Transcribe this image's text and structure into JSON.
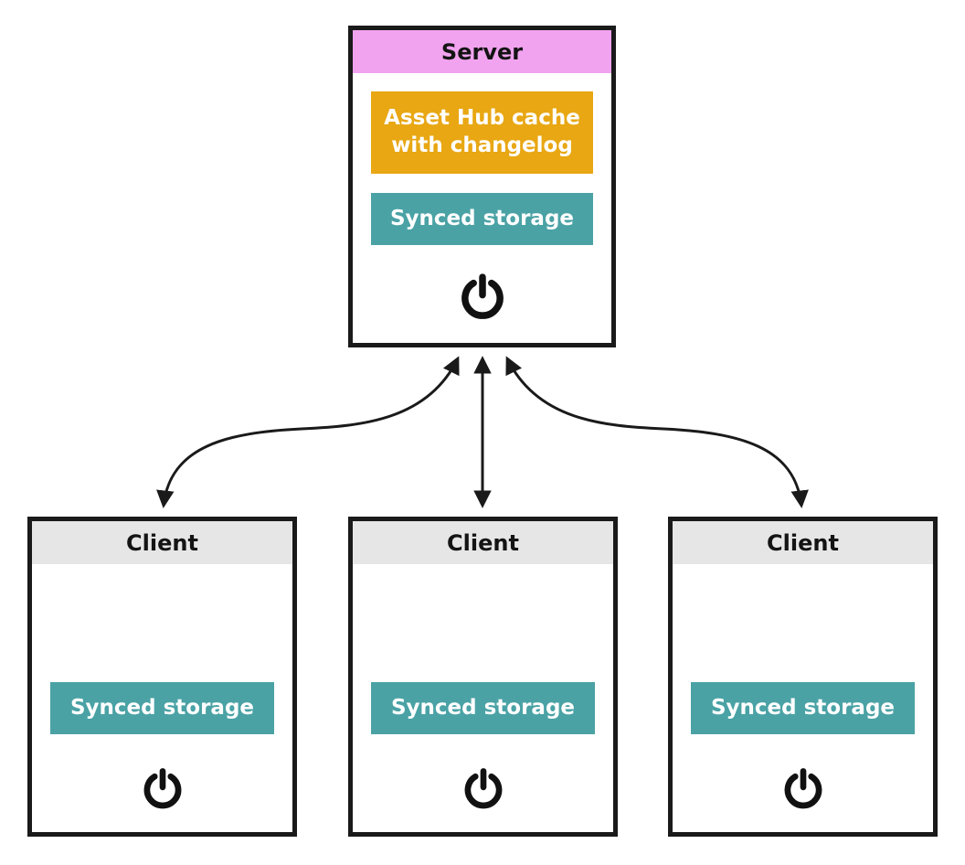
{
  "colors": {
    "server_header": "#f1a3ef",
    "client_header": "#e6e6e6",
    "cache_box": "#e8a713",
    "storage_box": "#4aa2a5",
    "border": "#1a1a1a",
    "arrow": "#1a1a1a",
    "label_text": "#ffffff"
  },
  "server": {
    "title": "Server",
    "cache_label": "Asset Hub cache with changelog",
    "storage_label": "Synced storage"
  },
  "clients": [
    {
      "title": "Client",
      "storage_label": "Synced storage"
    },
    {
      "title": "Client",
      "storage_label": "Synced storage"
    },
    {
      "title": "Client",
      "storage_label": "Synced storage"
    }
  ],
  "icons": {
    "power": "power-icon"
  },
  "connections": [
    {
      "from": "server",
      "to": "client-1",
      "bidirectional": true
    },
    {
      "from": "server",
      "to": "client-2",
      "bidirectional": true
    },
    {
      "from": "server",
      "to": "client-3",
      "bidirectional": true
    }
  ]
}
